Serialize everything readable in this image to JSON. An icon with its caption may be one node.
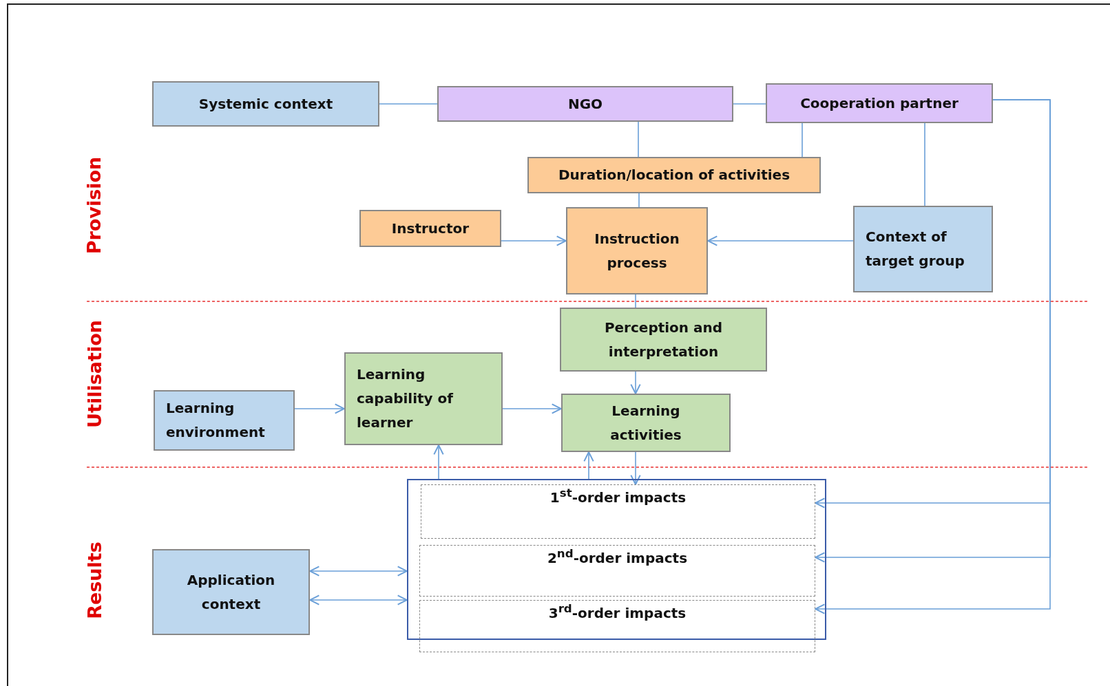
{
  "diagram": {
    "nodes": [
      {
        "text": [
          "Systemic context"
        ]
      },
      {
        "text": [
          "NGO"
        ]
      },
      {
        "text": [
          "Cooperation partner"
        ]
      },
      {
        "text": [
          "Duration/location of activities"
        ]
      },
      {
        "text": [
          "Instructor"
        ]
      },
      {
        "text": [
          "Instruction process"
        ]
      },
      {
        "text": [
          "Context of target group"
        ]
      },
      {
        "text": [
          "Perception and interpretation"
        ]
      },
      {
        "text": [
          "Learning environment"
        ]
      },
      {
        "text": [
          "Learning capability of learner"
        ]
      },
      {
        "text": [
          "Learning activities"
        ]
      },
      {
        "text": [],
        "shape": "box"
      },
      {
        "text": [
          "1$^{st}$-order impacts"
        ],
        "in": 11
      },
      {
        "text": [
          "2$^{nd}$-order impacts"
        ],
        "in": 11
      },
      {
        "text": [
          "3$^{rd}$-order impacts"
        ]
      },
      {
        "text": [
          "Application context"
        ]
      }
    ],
    "edges": [
      {
        "from": 0,
        "to": 1,
        "arrow": "none"
      },
      {
        "from": 1,
        "to": 2,
        "arrow": "none"
      },
      {
        "from": 1,
        "to": 3,
        "arrow": "none"
      },
      {
        "from": 2,
        "to": 3,
        "arrow": "none"
      },
      {
        "from": 2,
        "to": 6,
        "arrow": "none"
      },
      {
        "from": 3,
        "to": 5,
        "arrow": "none"
      },
      {
        "from": 4,
        "to": 5,
        "arrow": "to"
      },
      {
        "from": 6,
        "to": 5,
        "arrow": "to"
      },
      {
        "from": 5,
        "to": 7,
        "arrow": "none"
      },
      {
        "from": 7,
        "to": 10,
        "arrow": "to"
      },
      {
        "from": 8,
        "to": 9,
        "arrow": "to"
      },
      {
        "from": 9,
        "to": 10,
        "arrow": "to"
      },
      {
        "from": 11,
        "to": 9,
        "arrow": "to"
      },
      {
        "from": 11,
        "to": 10,
        "arrow": "to"
      },
      {
        "from": 10,
        "to": 12,
        "arrow": "to"
      },
      {
        "from": 15,
        "to": 11,
        "arrow": "both"
      },
      {
        "from": 15,
        "to": 11,
        "arrow": "both"
      },
      {
        "from": 2,
        "to": 12,
        "arrow": "to"
      },
      {
        "from": 2,
        "to": 13,
        "arrow": "to"
      },
      {
        "from": 2,
        "to": 14,
        "arrow": "to"
      }
    ],
    "labels": [
      "Provision",
      "Utilisation",
      "Results"
    ]
  }
}
